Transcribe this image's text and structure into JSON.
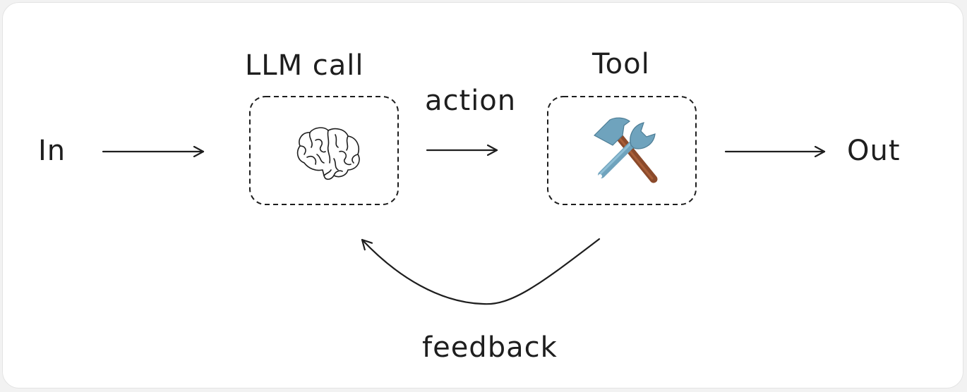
{
  "diagram": {
    "nodes": {
      "input": {
        "label": "In"
      },
      "llm": {
        "title": "LLM call",
        "icon": "brain-icon"
      },
      "tool": {
        "title": "Tool",
        "icon": "hammer-and-wrench-icon"
      },
      "output": {
        "label": "Out"
      }
    },
    "edges": {
      "action": {
        "label": "action"
      },
      "feedback": {
        "label": "feedback"
      }
    },
    "colors": {
      "stroke": "#1e1e1e",
      "tool_metal": "#6fa3bd",
      "tool_handle": "#8b4a2b"
    }
  }
}
